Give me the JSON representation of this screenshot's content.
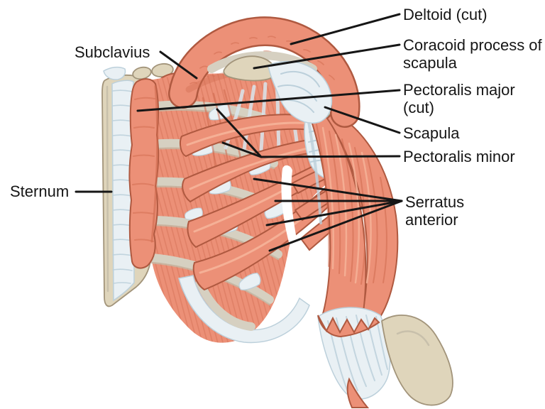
{
  "figure": {
    "labels": {
      "deltoid": "Deltoid (cut)",
      "coracoid": "Coracoid process of scapula",
      "pectoralis_major": "Pectoralis major (cut)",
      "scapula": "Scapula",
      "pectoralis_minor": "Pectoralis minor",
      "serratus": "Serratus anterior",
      "subclavius": "Subclavius",
      "sternum": "Sternum"
    }
  },
  "colors": {
    "background": "#FFFFFF",
    "text": "#161616",
    "leader_line": "#161616",
    "muscle": "#EC9077",
    "muscle_light": "#F5B096",
    "muscle_dark": "#CF6A4E",
    "muscle_outline": "#AF5940",
    "bone": "#DFD5BB",
    "bone_shade": "#C8BC9E",
    "bone_outline": "#A2947A",
    "tendon": "#E9F0F4",
    "tendon_shade": "#BCD0DB",
    "rib": "#D6D0C1",
    "rib_shade": "#C2BAA7"
  }
}
